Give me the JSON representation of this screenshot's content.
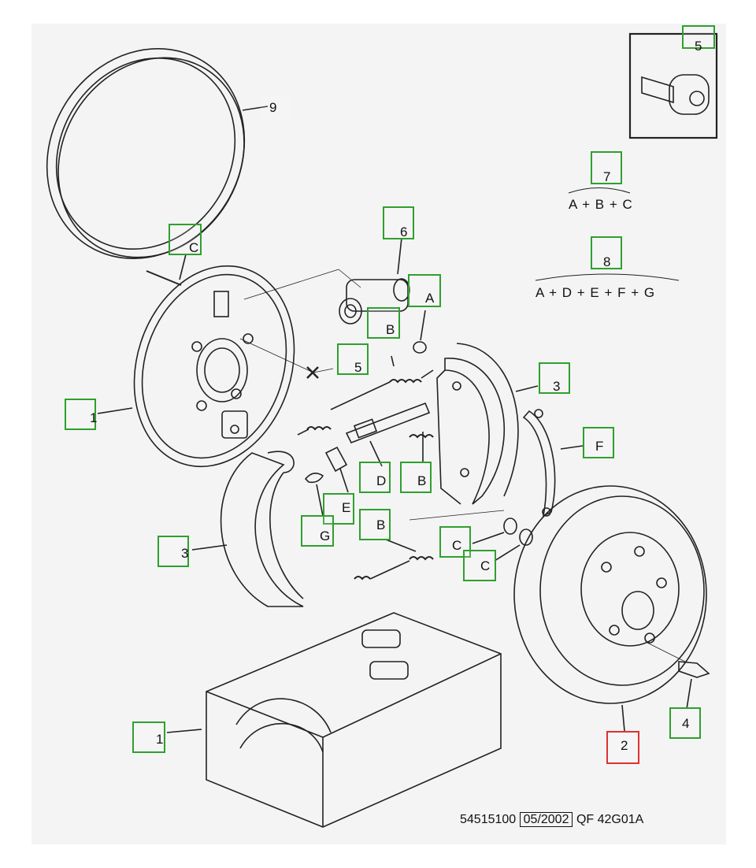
{
  "diagram": {
    "labels": {
      "drum": "9",
      "bolt_inset": "5",
      "backing_plate": "1",
      "kit_box": "1",
      "cylinder": "6",
      "screw": "5",
      "a": "A",
      "b_top": "B",
      "b_mid": "B",
      "b_low": "B",
      "c_pin": "C",
      "c_r1": "C",
      "c_r2": "C",
      "d": "D",
      "e": "E",
      "f": "F",
      "g": "G",
      "shoe_left": "3",
      "shoe_right": "3",
      "brake_drum": "2",
      "bleeder": "4",
      "kit7": "7",
      "kit8": "8"
    },
    "formula7": "A + B + C",
    "formula8": "A + D + E + F + G",
    "footer": {
      "ref": "54515100",
      "date": "05/2002",
      "code": "QF  42G01A"
    },
    "colors": {
      "highlight": "#2ea02e",
      "selected": "#e03030"
    }
  }
}
